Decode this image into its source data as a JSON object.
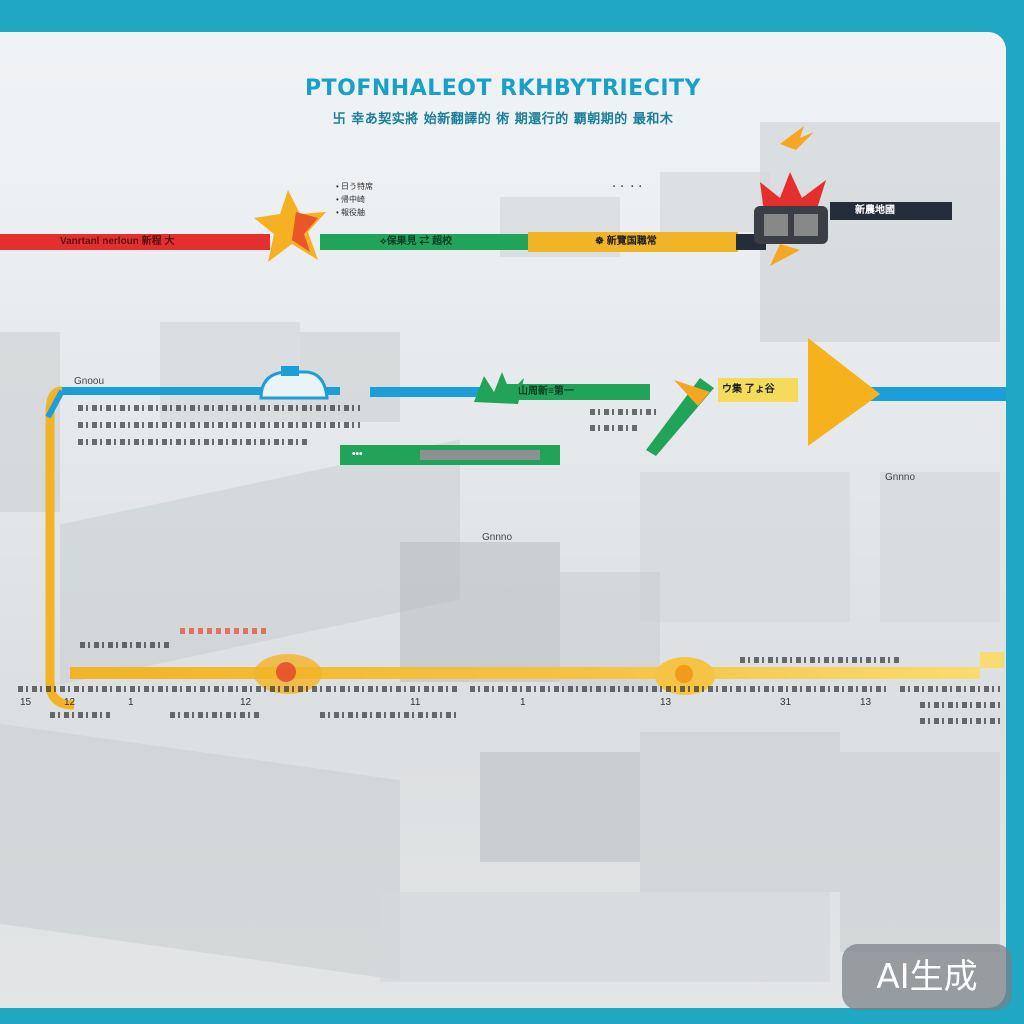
{
  "title": "PTOFNHALEOT RKHBYTRIECITY",
  "subtitle": "卐 幸あ契实將 始新翻譯的 術 期還行的 覇朝期的 最和木",
  "colors": {
    "red": "#e3302f",
    "green": "#22a35a",
    "amber": "#f2b427",
    "navy": "#262d3a",
    "blue": "#1c9fd8",
    "orange": "#f5a623",
    "title": "#18a0c8"
  },
  "row1": {
    "red_label": "Vanrtanl nerloun 新程 大",
    "green_label": "⟡保果見 ⇄ 超校",
    "amber_label": "☸ 新覽国職常",
    "navy_label": "新農地國",
    "notes": [
      "• 日う特席",
      "• 帰中崎",
      "• 報役舳"
    ],
    "top_note": "・・ ・・"
  },
  "row2": {
    "left_caption": "Gnoou",
    "green_label": "山周新≡第一",
    "amber_label": "ウ集 了ょ谷",
    "gray_label": "•••"
  },
  "row3": {
    "mid_caption": "Gnnno",
    "right_caption": "Gnnno",
    "numbers_left": [
      "15",
      "12",
      "1",
      "12",
      "11"
    ],
    "numbers_right": [
      "1",
      "13",
      "31",
      "13"
    ]
  },
  "watermark": "AI生成"
}
